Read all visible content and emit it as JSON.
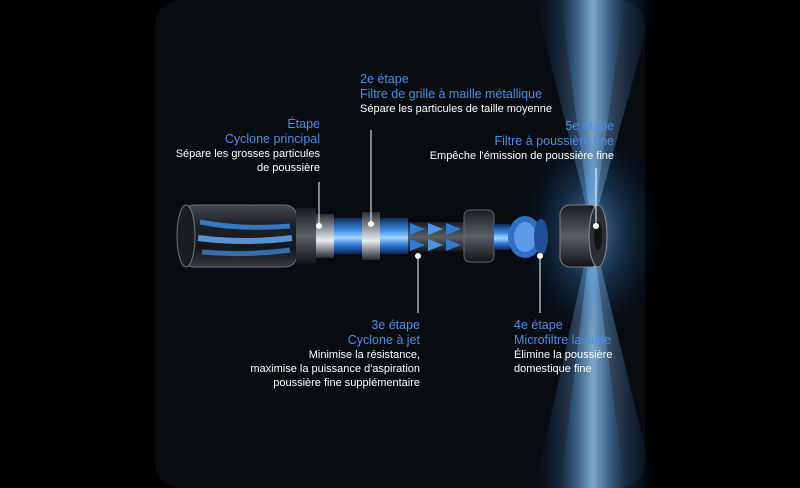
{
  "labels": [
    {
      "id": "etape1",
      "step": "Étape",
      "name": "Cyclone principal",
      "desc": [
        "Sépare les grosses particules",
        "de poussière"
      ]
    },
    {
      "id": "etape2",
      "step": "2e étape",
      "name": "Filtre de grille à maille métallique",
      "desc": [
        "Sépare les particules de taille moyenne"
      ]
    },
    {
      "id": "etape3",
      "step": "3e étape",
      "name": "Cyclone à jet",
      "desc": [
        "Minimise la résistance,",
        "maximise la puissance d'aspiration",
        "poussière fine supplémentaire"
      ]
    },
    {
      "id": "etape4",
      "step": "4e étape",
      "name": "Microfiltre lavable",
      "desc": [
        "Élimine la poussière",
        "domestique fine"
      ]
    },
    {
      "id": "etape5",
      "step": "5e étape",
      "name": "Filtre à poussière fine",
      "desc": [
        "Empêche l'émission de poussière fine"
      ]
    }
  ],
  "colors": {
    "accent": "#4a8fe8",
    "background": "#080b10",
    "outer": "#000000"
  }
}
